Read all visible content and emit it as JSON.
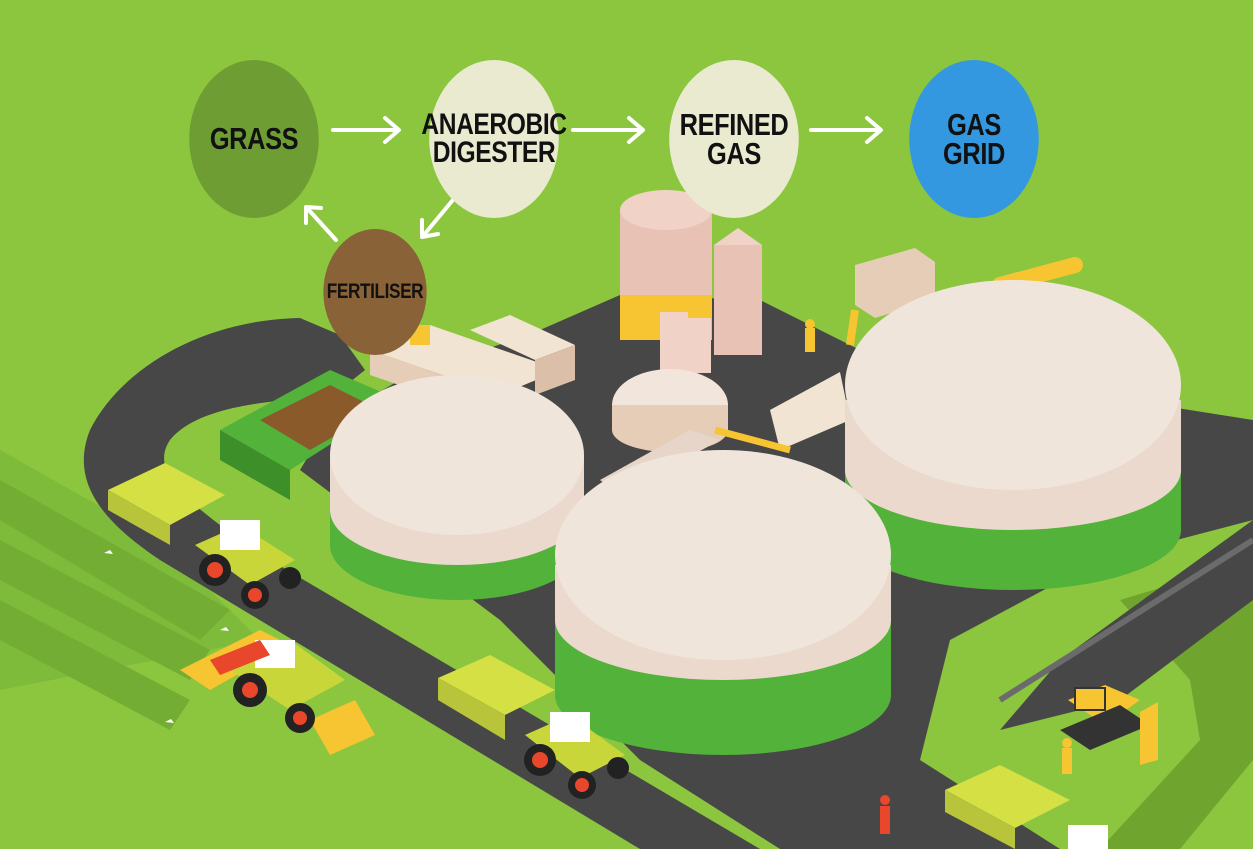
{
  "diagram": {
    "nodes": {
      "grass": "GRASS",
      "digester": "ANAEROBIC\nDIGESTER",
      "refined": "REFINED\nGAS",
      "grid": "GAS\nGRID",
      "fertiliser": "FERTILISER"
    },
    "edges": [
      {
        "from": "grass",
        "to": "digester"
      },
      {
        "from": "digester",
        "to": "refined"
      },
      {
        "from": "refined",
        "to": "grid"
      },
      {
        "from": "digester",
        "to": "fertiliser"
      },
      {
        "from": "fertiliser",
        "to": "grass"
      }
    ]
  },
  "colors": {
    "background": "#8cc63f",
    "grass_node": "#6e9e33",
    "process_node": "#e9ead0",
    "grid_node": "#3398e0",
    "fertiliser_node": "#8a6237",
    "road": "#4a4a4a",
    "tank_wall": "#52b23a",
    "tank_roof": "#efe3d6",
    "tractor_body": "#c8d63a",
    "arrow": "#ffffff"
  },
  "icons": [
    "tractor-icon",
    "trailer-icon",
    "mower-icon",
    "bulldozer-icon",
    "worker-icon",
    "digester-tank-icon",
    "silo-icon",
    "bird-icon"
  ]
}
